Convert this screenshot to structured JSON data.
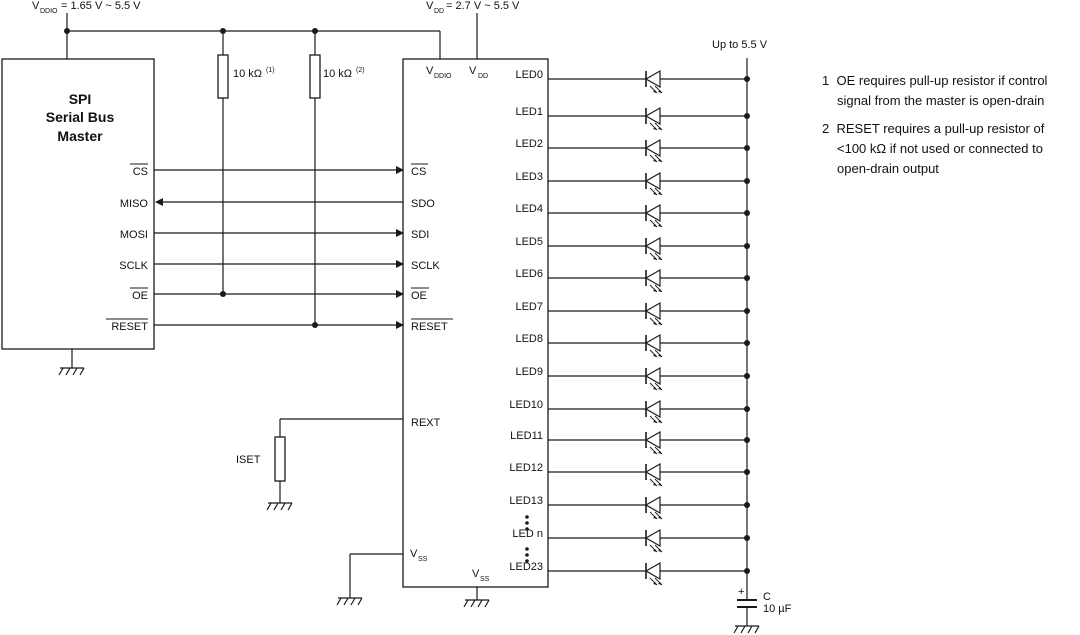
{
  "supplies": {
    "vddio_label": "V",
    "vddio_sub": "DDIO",
    "vddio_range": "= 1.65 V ~ 5.5 V",
    "vdd_label": "V",
    "vdd_sub": "DD",
    "vdd_range": "= 2.7 V ~ 5.5 V",
    "led_supply": "Up to 5.5 V"
  },
  "master": {
    "title_lines": [
      "SPI",
      "Serial Bus",
      "Master"
    ],
    "pins": [
      "CS",
      "MISO",
      "MOSI",
      "SCLK",
      "OE",
      "RESET"
    ]
  },
  "resistors": [
    {
      "value": "10 kΩ",
      "note_ref": "(1)"
    },
    {
      "value": "10 kΩ",
      "note_ref": "(2)"
    }
  ],
  "driver": {
    "left_pins": [
      "CS",
      "SDO",
      "SDI",
      "SCLK",
      "OE",
      "RESET"
    ],
    "rext": "REXT",
    "vss_left": "V",
    "vss_bottom": "V",
    "vss_sub": "SS",
    "vddio_pin": "V",
    "vddio_pin_sub": "DDIO",
    "vdd_pin": "V",
    "vdd_pin_sub": "DD",
    "led_pins": [
      "LED0",
      "LED1",
      "LED2",
      "LED3",
      "LED4",
      "LED5",
      "LED6",
      "LED7",
      "LED8",
      "LED9",
      "LED10",
      "LED11",
      "LED12",
      "LED13",
      "LED n",
      "LED23"
    ]
  },
  "iset": "ISET",
  "capacitor": {
    "plus": "+",
    "name": "C",
    "value": "10 µF"
  },
  "notes": [
    {
      "num": "1",
      "lines": [
        "OE requires pull-up resistor if control",
        "signal from the master is open-drain"
      ]
    },
    {
      "num": "2",
      "lines": [
        "RESET requires a pull-up resistor of",
        "<100 kΩ if not used or connected to",
        "open-drain output"
      ]
    }
  ]
}
